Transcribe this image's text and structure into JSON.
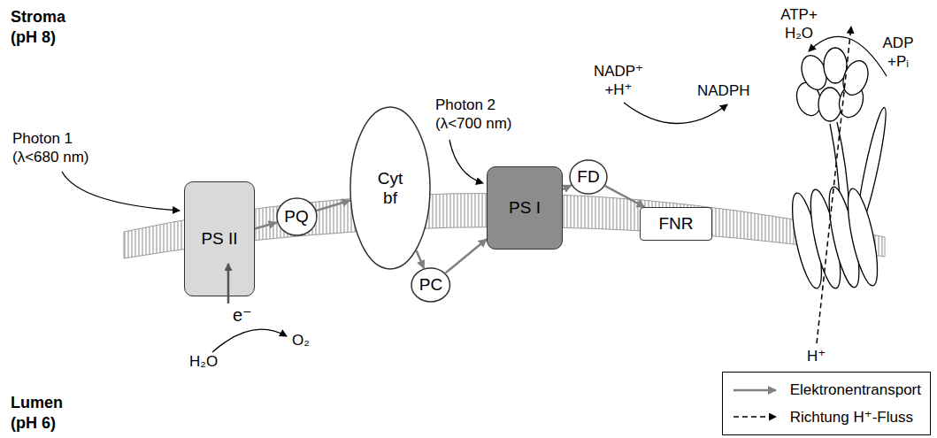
{
  "diagram": {
    "nodes": [
      {
        "text": [
          "PS II"
        ]
      },
      {
        "text": [
          "PQ"
        ]
      },
      {
        "text": [
          "Cyt bf"
        ]
      },
      {
        "text": [
          "PC"
        ]
      },
      {
        "text": [
          "PS I"
        ]
      },
      {
        "text": [
          "FD"
        ]
      },
      {
        "text": [
          "FNR"
        ]
      }
    ],
    "edges": [
      {
        "from": 0,
        "to": 1,
        "arrow": "to"
      },
      {
        "from": 1,
        "to": 2,
        "arrow": "to"
      },
      {
        "from": 2,
        "to": 3,
        "arrow": "to"
      },
      {
        "from": 3,
        "to": 4,
        "arrow": "to"
      },
      {
        "from": 4,
        "to": 5,
        "arrow": "to"
      },
      {
        "from": 5,
        "to": 6,
        "arrow": "to"
      }
    ],
    "labels": [
      "Stroma (pH 8)",
      "Lumen (pH 6)",
      "Photon 1 (λ<680 nm)",
      "Photon 2 (λ<700 nm)",
      "e⁻",
      "H₂O",
      "O₂",
      "NADP⁺ +H⁺",
      "NADPH",
      "ATP+ H₂O",
      "ADP +Pᵢ",
      "H⁺"
    ],
    "legend": [
      {
        "text": "Elektronentransport"
      },
      {
        "text": "Richtung H⁺-Fluss"
      }
    ]
  }
}
